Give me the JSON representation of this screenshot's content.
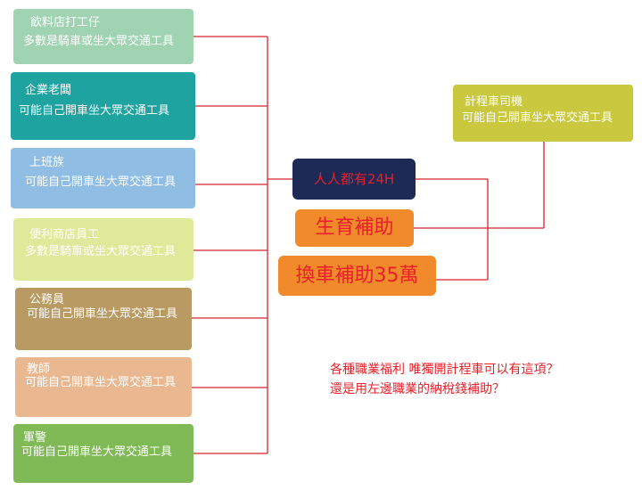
{
  "occupations": [
    {
      "title": "飲料店打工仔",
      "desc": "多數是騎車或坐大眾交通工具",
      "color": "#9fd3b2"
    },
    {
      "title": "企業老闆",
      "desc": "可能自己開車坐大眾交通工具",
      "color": "#1ea3a0"
    },
    {
      "title": "上班族",
      "desc": "可能自己開車坐大眾交通工具",
      "color": "#8fbde3"
    },
    {
      "title": "便利商店員工",
      "desc": "多數是騎車或坐大眾交通工具",
      "color": "#dfe99a"
    },
    {
      "title": "公務員",
      "desc": "可能自己開車坐大眾交通工具",
      "color": "#ba9a63"
    },
    {
      "title": "教師",
      "desc": "可能自己開車坐大眾交通工具",
      "color": "#eab890"
    },
    {
      "title": "軍警",
      "desc": "可能自己開車坐大眾交通工具",
      "color": "#80ba57"
    }
  ],
  "benefits": [
    {
      "label": "人人都有24H",
      "bg": "#1c2a55",
      "fg": "#e8202a"
    },
    {
      "label": "生育補助",
      "bg": "#f08a2a",
      "fg": "#e8202a"
    },
    {
      "label": "換車補助35萬",
      "bg": "#f08a2a",
      "fg": "#e8202a"
    }
  ],
  "taxi_driver": {
    "title": "計程車司機",
    "desc": "可能自己開車坐大眾交通工具",
    "color": "#c9c83e"
  },
  "note": [
    "各種職業福利 唯獨開計程車可以有這項？",
    "還是用左邊職業的納稅錢補助？"
  ],
  "colors": {
    "line": "#d8232a",
    "occupation_text": "#ffffff"
  }
}
